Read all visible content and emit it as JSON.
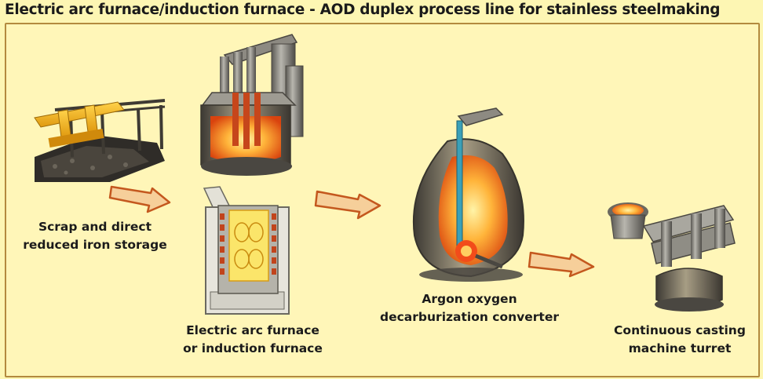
{
  "title": "Electric arc furnace/induction furnace - AOD duplex process line for stainless steelmaking",
  "stages": [
    {
      "lines": [
        "Scrap and direct",
        "reduced iron storage"
      ]
    },
    {
      "lines": [
        "Electric arc furnace",
        "or induction furnace"
      ]
    },
    {
      "lines": [
        "Argon oxygen",
        "decarburization converter"
      ]
    },
    {
      "lines": [
        "Continuous casting",
        "machine turret"
      ]
    }
  ],
  "colors": {
    "background": "#fdf6b3",
    "frame": "#b38a3e",
    "arrow_fill": "#f6cf9a",
    "arrow_stroke": "#c4581e",
    "molten": "#f07a1a",
    "steel": "#8a8a86"
  }
}
